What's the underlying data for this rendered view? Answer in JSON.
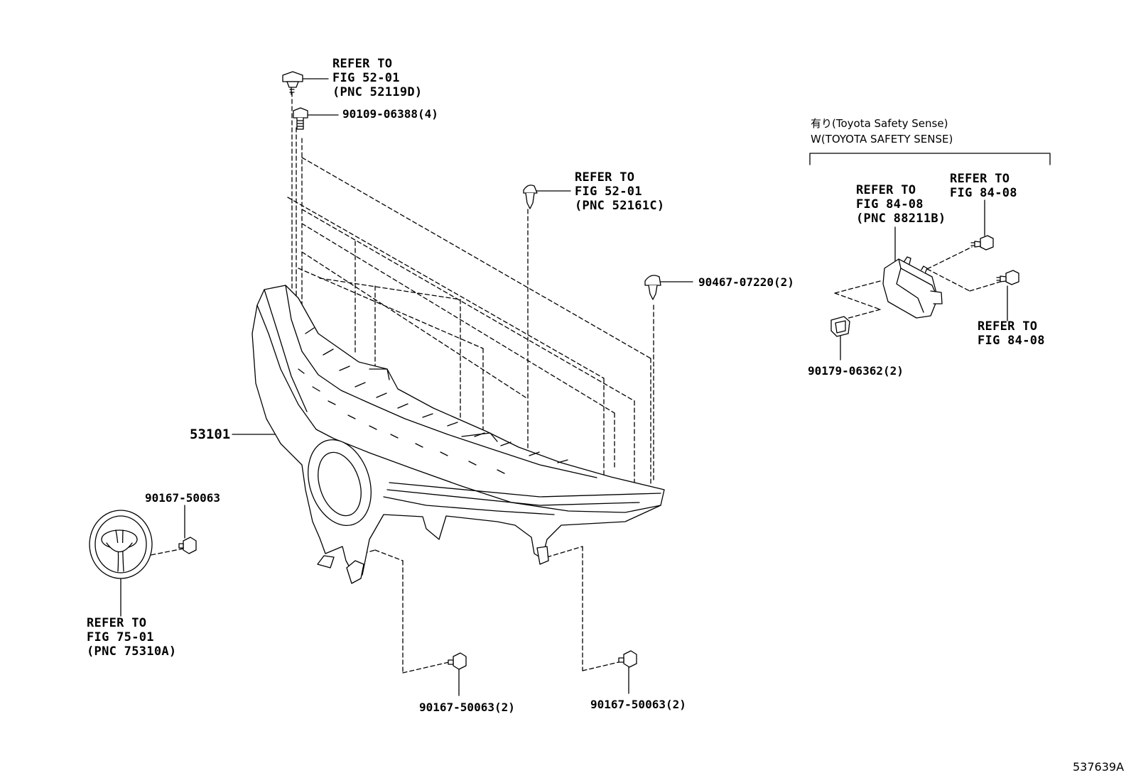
{
  "refs": {
    "top_bolt": [
      "REFER TO",
      "FIG 52-01",
      "(PNC 52119D)"
    ],
    "top_clip": [
      "REFER TO",
      "FIG 52-01",
      "(PNC 52161C)"
    ],
    "emblem": [
      "REFER TO",
      "FIG 75-01",
      "(PNC 75310A)"
    ],
    "sensor": [
      "REFER TO",
      "FIG 84-08",
      "(PNC 88211B)"
    ],
    "sensor_bolt_top": [
      "REFER TO",
      "FIG 84-08"
    ],
    "sensor_bolt_right": [
      "REFER TO",
      "FIG 84-08"
    ]
  },
  "parts": {
    "screw_top": "90109-06388(4)",
    "clip_right": "90467-07220(2)",
    "grille_support": "53101",
    "emblem_nut": "90167-50063",
    "nut_bottom_left": "90167-50063(2)",
    "nut_bottom_right": "90167-50063(2)",
    "sensor_clip": "90179-06362(2)"
  },
  "variant": {
    "line1": "有り(Toyota  Safety  Sense)",
    "line2": "W(TOYOTA SAFETY SENSE)"
  },
  "illustration_code": "537639A"
}
